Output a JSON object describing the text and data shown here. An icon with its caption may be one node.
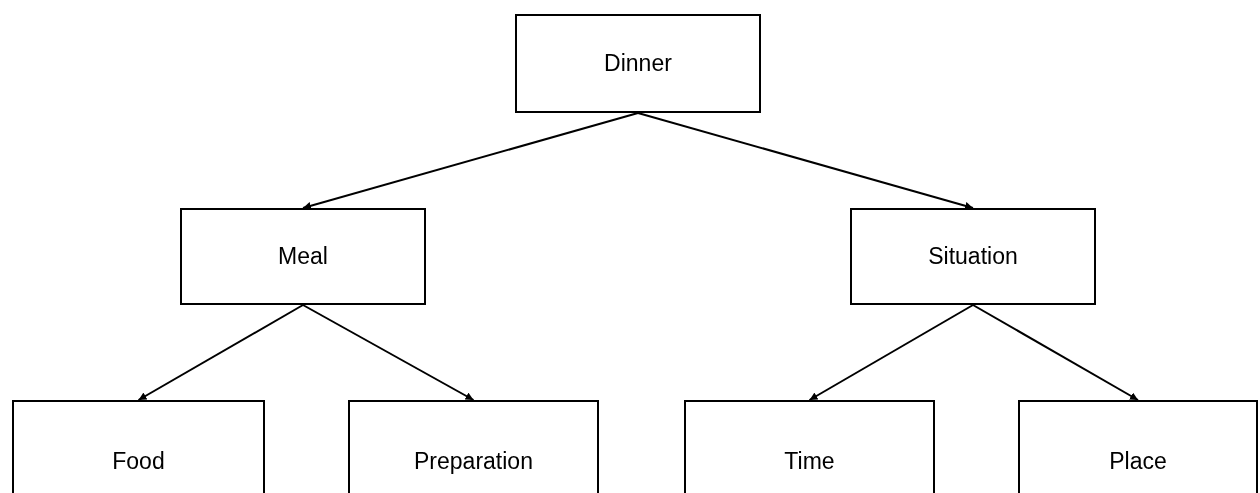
{
  "diagram": {
    "nodes": [
      {
        "text": [
          "Dinner"
        ]
      },
      {
        "text": [
          "Meal"
        ]
      },
      {
        "text": [
          "Situation"
        ]
      },
      {
        "text": [
          "Food"
        ]
      },
      {
        "text": [
          "Preparation"
        ]
      },
      {
        "text": [
          "Time"
        ]
      },
      {
        "text": [
          "Place"
        ]
      }
    ],
    "edges": [
      {
        "from": 0,
        "to": 1,
        "arrow": "to"
      },
      {
        "from": 0,
        "to": 2,
        "arrow": "to"
      },
      {
        "from": 1,
        "to": 3,
        "arrow": "to"
      },
      {
        "from": 1,
        "to": 4,
        "arrow": "to"
      },
      {
        "from": 2,
        "to": 5,
        "arrow": "to"
      },
      {
        "from": 2,
        "to": 6,
        "arrow": "to"
      }
    ]
  }
}
